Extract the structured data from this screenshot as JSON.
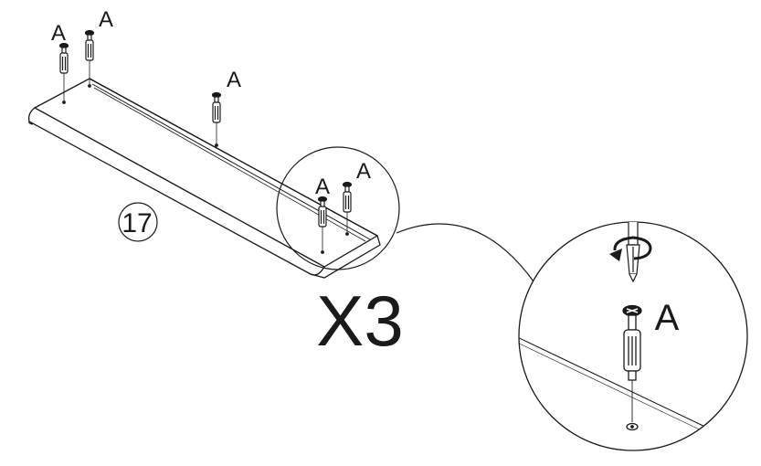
{
  "part_number": "17",
  "quantity_label": "X3",
  "hardware_label": "A",
  "colors": {
    "line": "#1a1a1a",
    "background": "#ffffff"
  },
  "icons": [
    "cam-bolt-icon",
    "screwdriver-icon",
    "rotate-arrow-icon",
    "magnifier-circle-icon"
  ]
}
